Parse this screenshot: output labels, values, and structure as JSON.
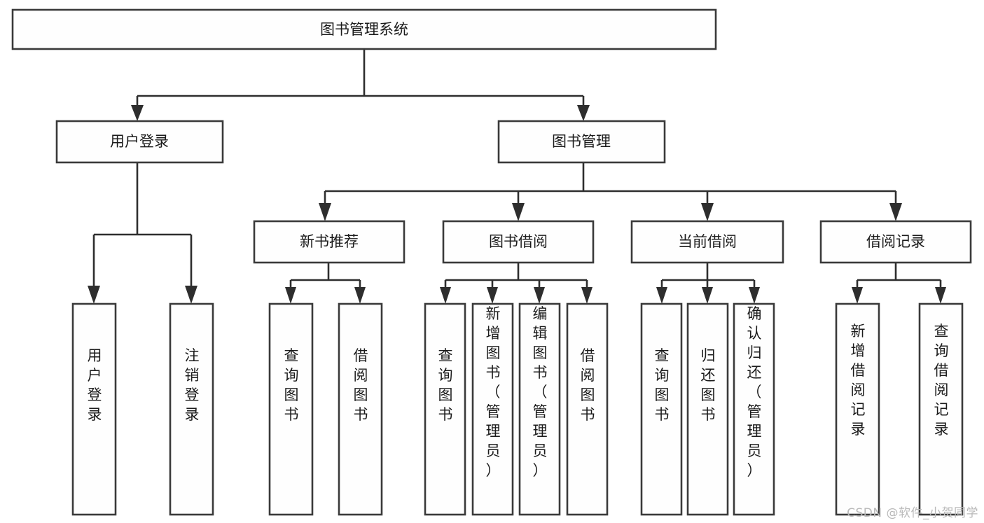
{
  "diagram": {
    "title": "图书管理系统",
    "type": "tree",
    "background_color": "#ffffff",
    "box_fill_color": "#fefefe",
    "box_stroke_color": "#3a3a3a",
    "connector_color": "#2e2e2e",
    "text_color": "#1b1b1b"
  },
  "nodes": {
    "root": {
      "label": "图书管理系统",
      "orientation": "horizontal"
    },
    "level2": [
      {
        "id": "user-login",
        "label": "用户登录",
        "orientation": "horizontal"
      },
      {
        "id": "book-manage",
        "label": "图书管理",
        "orientation": "horizontal"
      }
    ],
    "level3": [
      {
        "id": "new-book-recommend",
        "label": "新书推荐",
        "orientation": "horizontal"
      },
      {
        "id": "book-borrow",
        "label": "图书借阅",
        "orientation": "horizontal"
      },
      {
        "id": "current-borrow",
        "label": "当前借阅",
        "orientation": "horizontal"
      },
      {
        "id": "borrow-record",
        "label": "借阅记录",
        "orientation": "horizontal"
      }
    ],
    "leaves": {
      "user-login": [
        {
          "id": "leaf-user-login",
          "label": "用户登录",
          "orientation": "vertical"
        },
        {
          "id": "leaf-logout-login",
          "label": "注销登录",
          "orientation": "vertical"
        }
      ],
      "new-book-recommend": [
        {
          "id": "leaf-query-book-1",
          "label": "查询图书",
          "orientation": "vertical"
        },
        {
          "id": "leaf-borrow-book-1",
          "label": "借阅图书",
          "orientation": "vertical"
        }
      ],
      "book-borrow": [
        {
          "id": "leaf-query-book-2",
          "label": "查询图书",
          "orientation": "vertical"
        },
        {
          "id": "leaf-add-book",
          "label": "新增图书（管理员）",
          "orientation": "vertical"
        },
        {
          "id": "leaf-edit-book",
          "label": "编辑图书（管理员）",
          "orientation": "vertical"
        },
        {
          "id": "leaf-borrow-book-2",
          "label": "借阅图书",
          "orientation": "vertical"
        }
      ],
      "current-borrow": [
        {
          "id": "leaf-query-book-3",
          "label": "查询图书",
          "orientation": "vertical"
        },
        {
          "id": "leaf-return-book",
          "label": "归还图书",
          "orientation": "vertical"
        },
        {
          "id": "leaf-confirm-return",
          "label": "确认归还（管理员）",
          "orientation": "vertical"
        }
      ],
      "borrow-record": [
        {
          "id": "leaf-add-record",
          "label": "新增借阅记录",
          "orientation": "vertical"
        },
        {
          "id": "leaf-query-record",
          "label": "查询借阅记录",
          "orientation": "vertical"
        }
      ]
    }
  },
  "watermark": {
    "text": "CSDN @软件_小贺同学"
  }
}
